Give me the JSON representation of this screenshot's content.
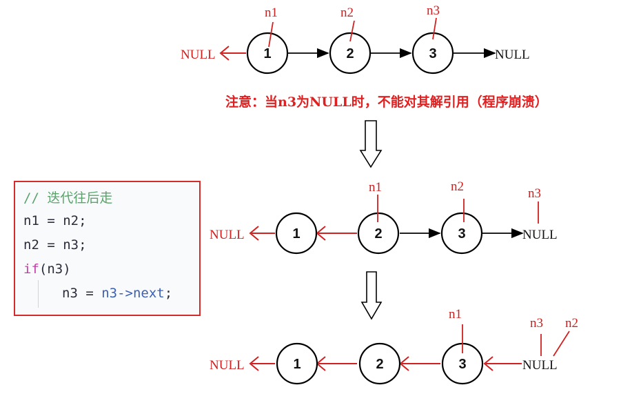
{
  "row1": {
    "nodes": [
      "1",
      "2",
      "3"
    ],
    "pointers": [
      "n1",
      "n2",
      "n3"
    ],
    "left_null": "NULL",
    "right_null": "NULL"
  },
  "note": "注意：当n3为NULL时，不能对其解引用（程序崩溃）",
  "row2": {
    "nodes": [
      "1",
      "2",
      "3"
    ],
    "pointers": [
      "n1",
      "n2",
      "n3"
    ],
    "left_null": "NULL",
    "right_null": "NULL"
  },
  "row3": {
    "nodes": [
      "1",
      "2",
      "3"
    ],
    "pointers": [
      "n1",
      "n3",
      "n2"
    ],
    "left_null": "NULL",
    "right_null": "NULL"
  },
  "code": {
    "comment": "// 迭代往后走",
    "line1": "n1 = n2;",
    "line2": "n2 = n3;",
    "line3_kw": "if",
    "line3_rest": "(n3)",
    "line4_a": "n3 = ",
    "line4_b": "n3->next",
    "line4_c": ";"
  },
  "colors": {
    "annotation_red": "#d02020",
    "box_border": "#d42a2a",
    "comment_green": "#5aa36a",
    "keyword_purple": "#c43da8"
  }
}
